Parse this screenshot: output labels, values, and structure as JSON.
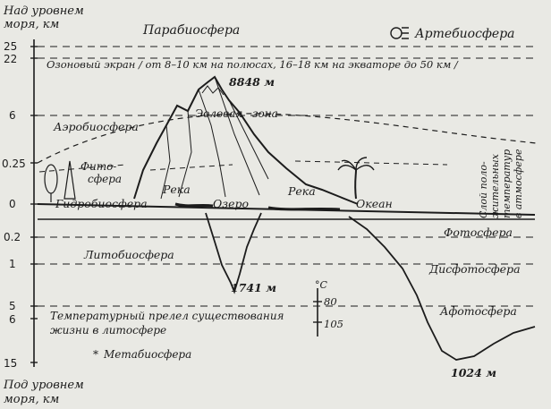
{
  "axis": {
    "above_title_1": "Над уровнем",
    "above_title_2": "моря, км",
    "below_title_1": "Под уровнем",
    "below_title_2": "моря, км",
    "ticks": [
      "25",
      "22",
      "6",
      "0.25",
      "0",
      "0.2",
      "1",
      "5",
      "6",
      "15"
    ]
  },
  "labels": {
    "parabiosphere": "Парабиосфера",
    "artebiosphere": "Артебиосфера",
    "ozone": "Озоновый экран / от 8–10 км на полюсах, 16–18 км на экваторе до 50 км /",
    "peak_height": "8848 м",
    "eolian_zone_1": "Эоловая",
    "eolian_zone_2": "зона",
    "aerobiosphere": "Аэробиосфера",
    "phytosphere_1": "Фито-",
    "phytosphere_2": "сфера",
    "river_left": "Река",
    "river_right": "Река",
    "hydrobiosphere": "Гидробиосфера",
    "lake": "Озеро",
    "ocean": "Океан",
    "positive_temp_1": "Слой поло-",
    "positive_temp_2": "жительных",
    "positive_temp_3": "температур",
    "positive_temp_4": "в атмосфере",
    "photosphere": "Фотосфера",
    "lithobiosphere": "Литобиосфера",
    "dysphotosphere": "Дисфотосфера",
    "lake_depth": "1741 м",
    "celsius": "°C",
    "temp_80": "80",
    "temp_105": "105",
    "aphotosphere": "Афотосфера",
    "temp_limit_1": "Температурный прелел существования",
    "temp_limit_2": "жизни в литосфере",
    "metabiosphere": "Метабиосфера",
    "ocean_depth": "1024 м"
  },
  "colors": {
    "ink": "#1c1c1c",
    "paper": "#e9e9e4"
  }
}
